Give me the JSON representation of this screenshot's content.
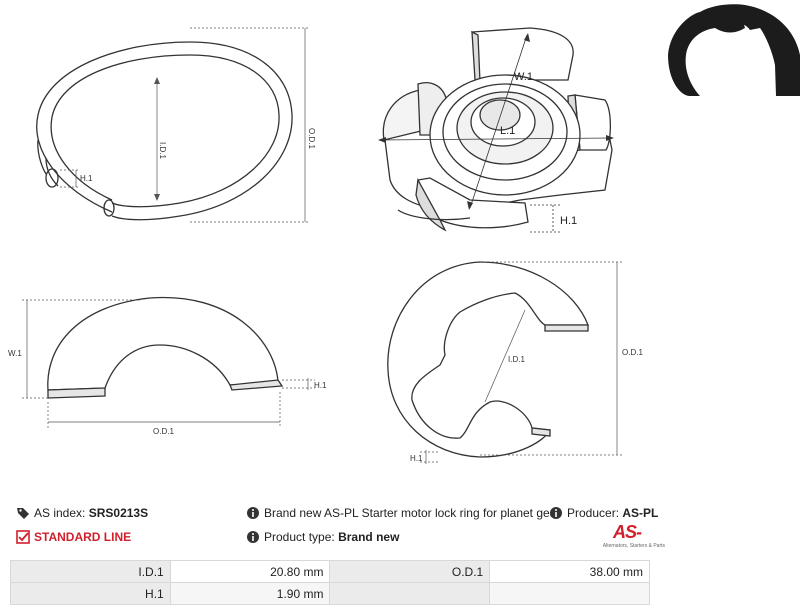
{
  "views": {
    "top_left": {
      "dim_id": "I.D.1",
      "dim_od": "O.D.1",
      "dim_h": "H.1"
    },
    "top_center": {
      "dim_w": "W.1",
      "dim_l": "L.1",
      "dim_h": "H.1"
    },
    "bottom_left": {
      "dim_w": "W.1",
      "dim_h": "H.1",
      "dim_od": "O.D.1"
    },
    "bottom_center": {
      "dim_id": "I.D.1",
      "dim_od": "O.D.1",
      "dim_h": "H.1"
    }
  },
  "info": {
    "as_index_label": "AS index:",
    "as_index_value": "SRS0213S",
    "standard_line": "STANDARD LINE",
    "description": "Brand new AS-PL Starter motor lock ring for planet gear",
    "producer_label": "Producer:",
    "producer_value": "AS-PL",
    "product_type_label": "Product type:",
    "product_type_value": "Brand new"
  },
  "logo": {
    "text": "AS-",
    "tagline": "Alternators, Starters & Parts",
    "color": "#d0202c"
  },
  "specs": [
    {
      "label": "I.D.1",
      "value": "20.80 mm",
      "label2": "O.D.1",
      "value2": "38.00 mm"
    },
    {
      "label": "H.1",
      "value": "1.90 mm",
      "label2": "",
      "value2": ""
    }
  ]
}
